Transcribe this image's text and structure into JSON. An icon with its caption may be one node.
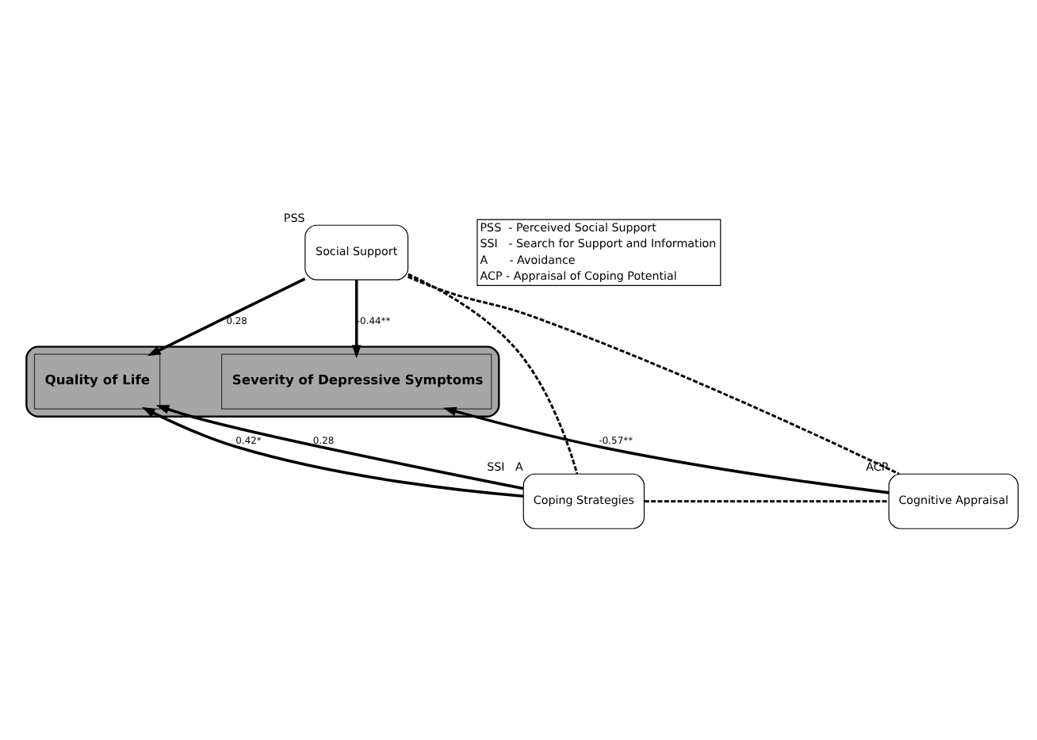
{
  "diagram": {
    "nodes": [
      {
        "text": [
          "Social Support"
        ],
        "beside": [
          "PSS"
        ]
      },
      {
        "text": [],
        "shape": "box"
      },
      {
        "text": [
          "Quality of Life"
        ],
        "in": 1
      },
      {
        "text": [
          "Severity of Depressive Symptoms"
        ],
        "in": 1
      },
      {
        "text": [
          "Coping Strategies"
        ],
        "beside": [
          "SSI",
          "A"
        ]
      },
      {
        "text": [
          "Cognitive Appraisal"
        ],
        "beside": [
          "ACP"
        ]
      }
    ],
    "edges": [
      {
        "from": 0,
        "to": 2,
        "arrow": "to",
        "label": "0.28"
      },
      {
        "from": 0,
        "to": 3,
        "arrow": "to",
        "label": "-0.44**"
      },
      {
        "from": 4,
        "to": 2,
        "arrow": "to",
        "label": "0.42*"
      },
      {
        "from": 4,
        "to": 2,
        "arrow": "to",
        "label": "0.28"
      },
      {
        "from": 5,
        "to": 3,
        "arrow": "to",
        "label": "-0.57**"
      },
      {
        "from": 0,
        "to": 4,
        "arrow": "none",
        "style": "dashed"
      },
      {
        "from": 4,
        "to": 5,
        "arrow": "none",
        "style": "dashed"
      },
      {
        "from": 0,
        "to": 5,
        "arrow": "none",
        "style": "dashed"
      }
    ],
    "labels": [
      "PSS  - Perceived Social Support",
      "SSI   - Search for Support and Information",
      "A      - Avoidance",
      "ACP - Appraisal of Coping Potential"
    ]
  }
}
